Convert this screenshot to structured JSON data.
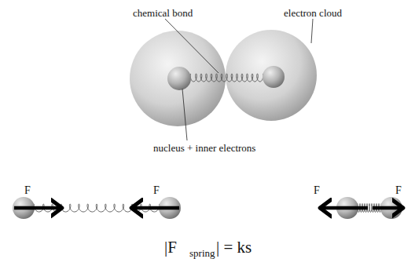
{
  "diagram": {
    "labels": [
      "chemical bond",
      "electron cloud",
      "nucleus + inner electrons",
      "F⃗",
      "F⃗",
      "F⃗",
      "F⃗",
      "|F⃗",
      "spring",
      "| = ks"
    ]
  }
}
